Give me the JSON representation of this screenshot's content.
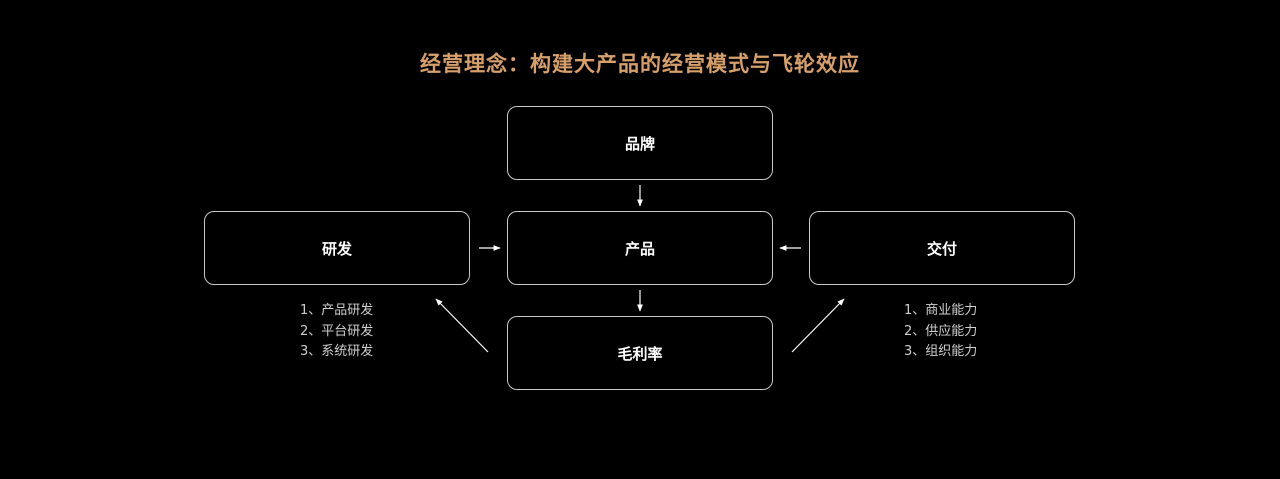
{
  "title": "经营理念：构建大产品的经营模式与飞轮效应",
  "nodes": {
    "brand": "品牌",
    "product": "产品",
    "margin": "毛利率",
    "rd": "研发",
    "delivery": "交付"
  },
  "rd_items": [
    "1、产品研发",
    "2、平台研发",
    "3、系统研发"
  ],
  "delivery_items": [
    "1、商业能力",
    "2、供应能力",
    "3、组织能力"
  ],
  "colors": {
    "background": "#000000",
    "title": "#d7a06a",
    "border": "#c8c8c8",
    "text": "#ffffff",
    "list_text": "#cfcfcf"
  }
}
